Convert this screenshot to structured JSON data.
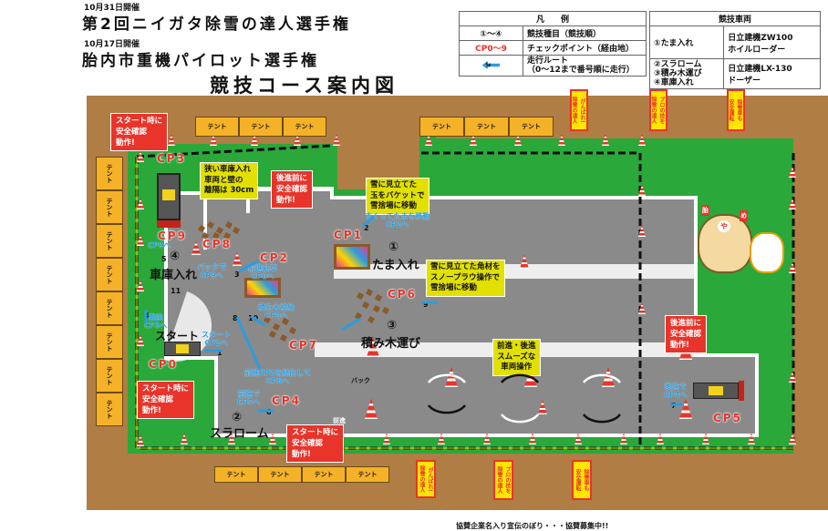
{
  "header": {
    "date1": "10月31日開催",
    "title1": "第2回ニイガタ除雪の達人選手権",
    "date2": "10月17日開催",
    "title2": "胎内市重機パイロット選手権",
    "title3": "競技コース案内図"
  },
  "legend": {
    "title": "凡　　例",
    "rows": [
      {
        "symbol": "①〜④",
        "desc": "競技種目（競技順）"
      },
      {
        "symbol": "CP0〜9",
        "desc": "チェックポイント（経由地）"
      },
      {
        "symbol": "9",
        "desc": "走行ルート\n（0〜12まで番号順に走行）"
      }
    ]
  },
  "vehicles": {
    "title": "競技車両",
    "rows": [
      {
        "events": "①たま入れ",
        "vehicle": "日立建機ZW100\nホイルローダー"
      },
      {
        "events": "②スラローム\n③積み木運び\n④車庫入れ",
        "vehicle": "日立建機LX-130\nドーザー"
      }
    ]
  },
  "tent_label": "テント",
  "notes": {
    "safety_start": "スタート時に\n安全確認\n動作!",
    "safety_back": "後進前に\n安全確認\n動作!",
    "garage": "狭い車庫入れ\n車両と壁の\n離隔は 30cm",
    "ball": "雪に見立てた\n玉をバケットで\n雪捨場に移動",
    "block": "雪に見立てた角材を\nスノープラウ操作で\n雪捨場に移動",
    "slalom": "前進・後進\nスムーズな\n車両操作"
  },
  "checkpoints": [
    "CP0",
    "CP1",
    "CP2",
    "CP3",
    "CP4",
    "CP5",
    "CP6",
    "CP7",
    "CP8",
    "CP9"
  ],
  "events": {
    "e1_num": "①",
    "e1": "たま入れ",
    "e2_num": "②",
    "e2": "スラローム",
    "e3_num": "③",
    "e3": "積み木運び",
    "e4_num": "④",
    "e4": "車庫入れ",
    "start": "スタート"
  },
  "routes": {
    "r1": "スタート\nCP1へ",
    "r2": "すくってたまを移動\nCP2へ",
    "r3": "前進駐車\nCP0へ",
    "r4": "乗換\nCP3へ",
    "r5": "CP9へ",
    "r6": "前進で\nCP5へ",
    "r7": "後進で\nCP4へ",
    "r8": "前進CP2を経由して\nCP6へ",
    "r9": "",
    "r10": "積み木格納\nCP8へ",
    "r11": "",
    "back_cp9": "バックで\nCP9へ"
  },
  "route_numbers": [
    "1",
    "2",
    "3",
    "4",
    "5",
    "6",
    "7",
    "8",
    "9",
    "10",
    "11"
  ],
  "labels": {
    "back": "バック",
    "forward": "前進"
  },
  "banners": [
    "がんばれ!\n除雪の達人",
    "プロの技を\n除雪の達人",
    "除雪車も\n安全運転"
  ],
  "mascot": {
    "hat1": "胎",
    "hat2": "や",
    "hat3": "め"
  },
  "footer": "協賛企業名入り宣伝のぼり・・・協賛募集中!!",
  "colors": {
    "ground": "#b07d45",
    "grass": "#2aa83a",
    "course": "#8a8a8a",
    "red": "#e8342a",
    "route": "#2a9de0",
    "note": "#e1e000"
  }
}
